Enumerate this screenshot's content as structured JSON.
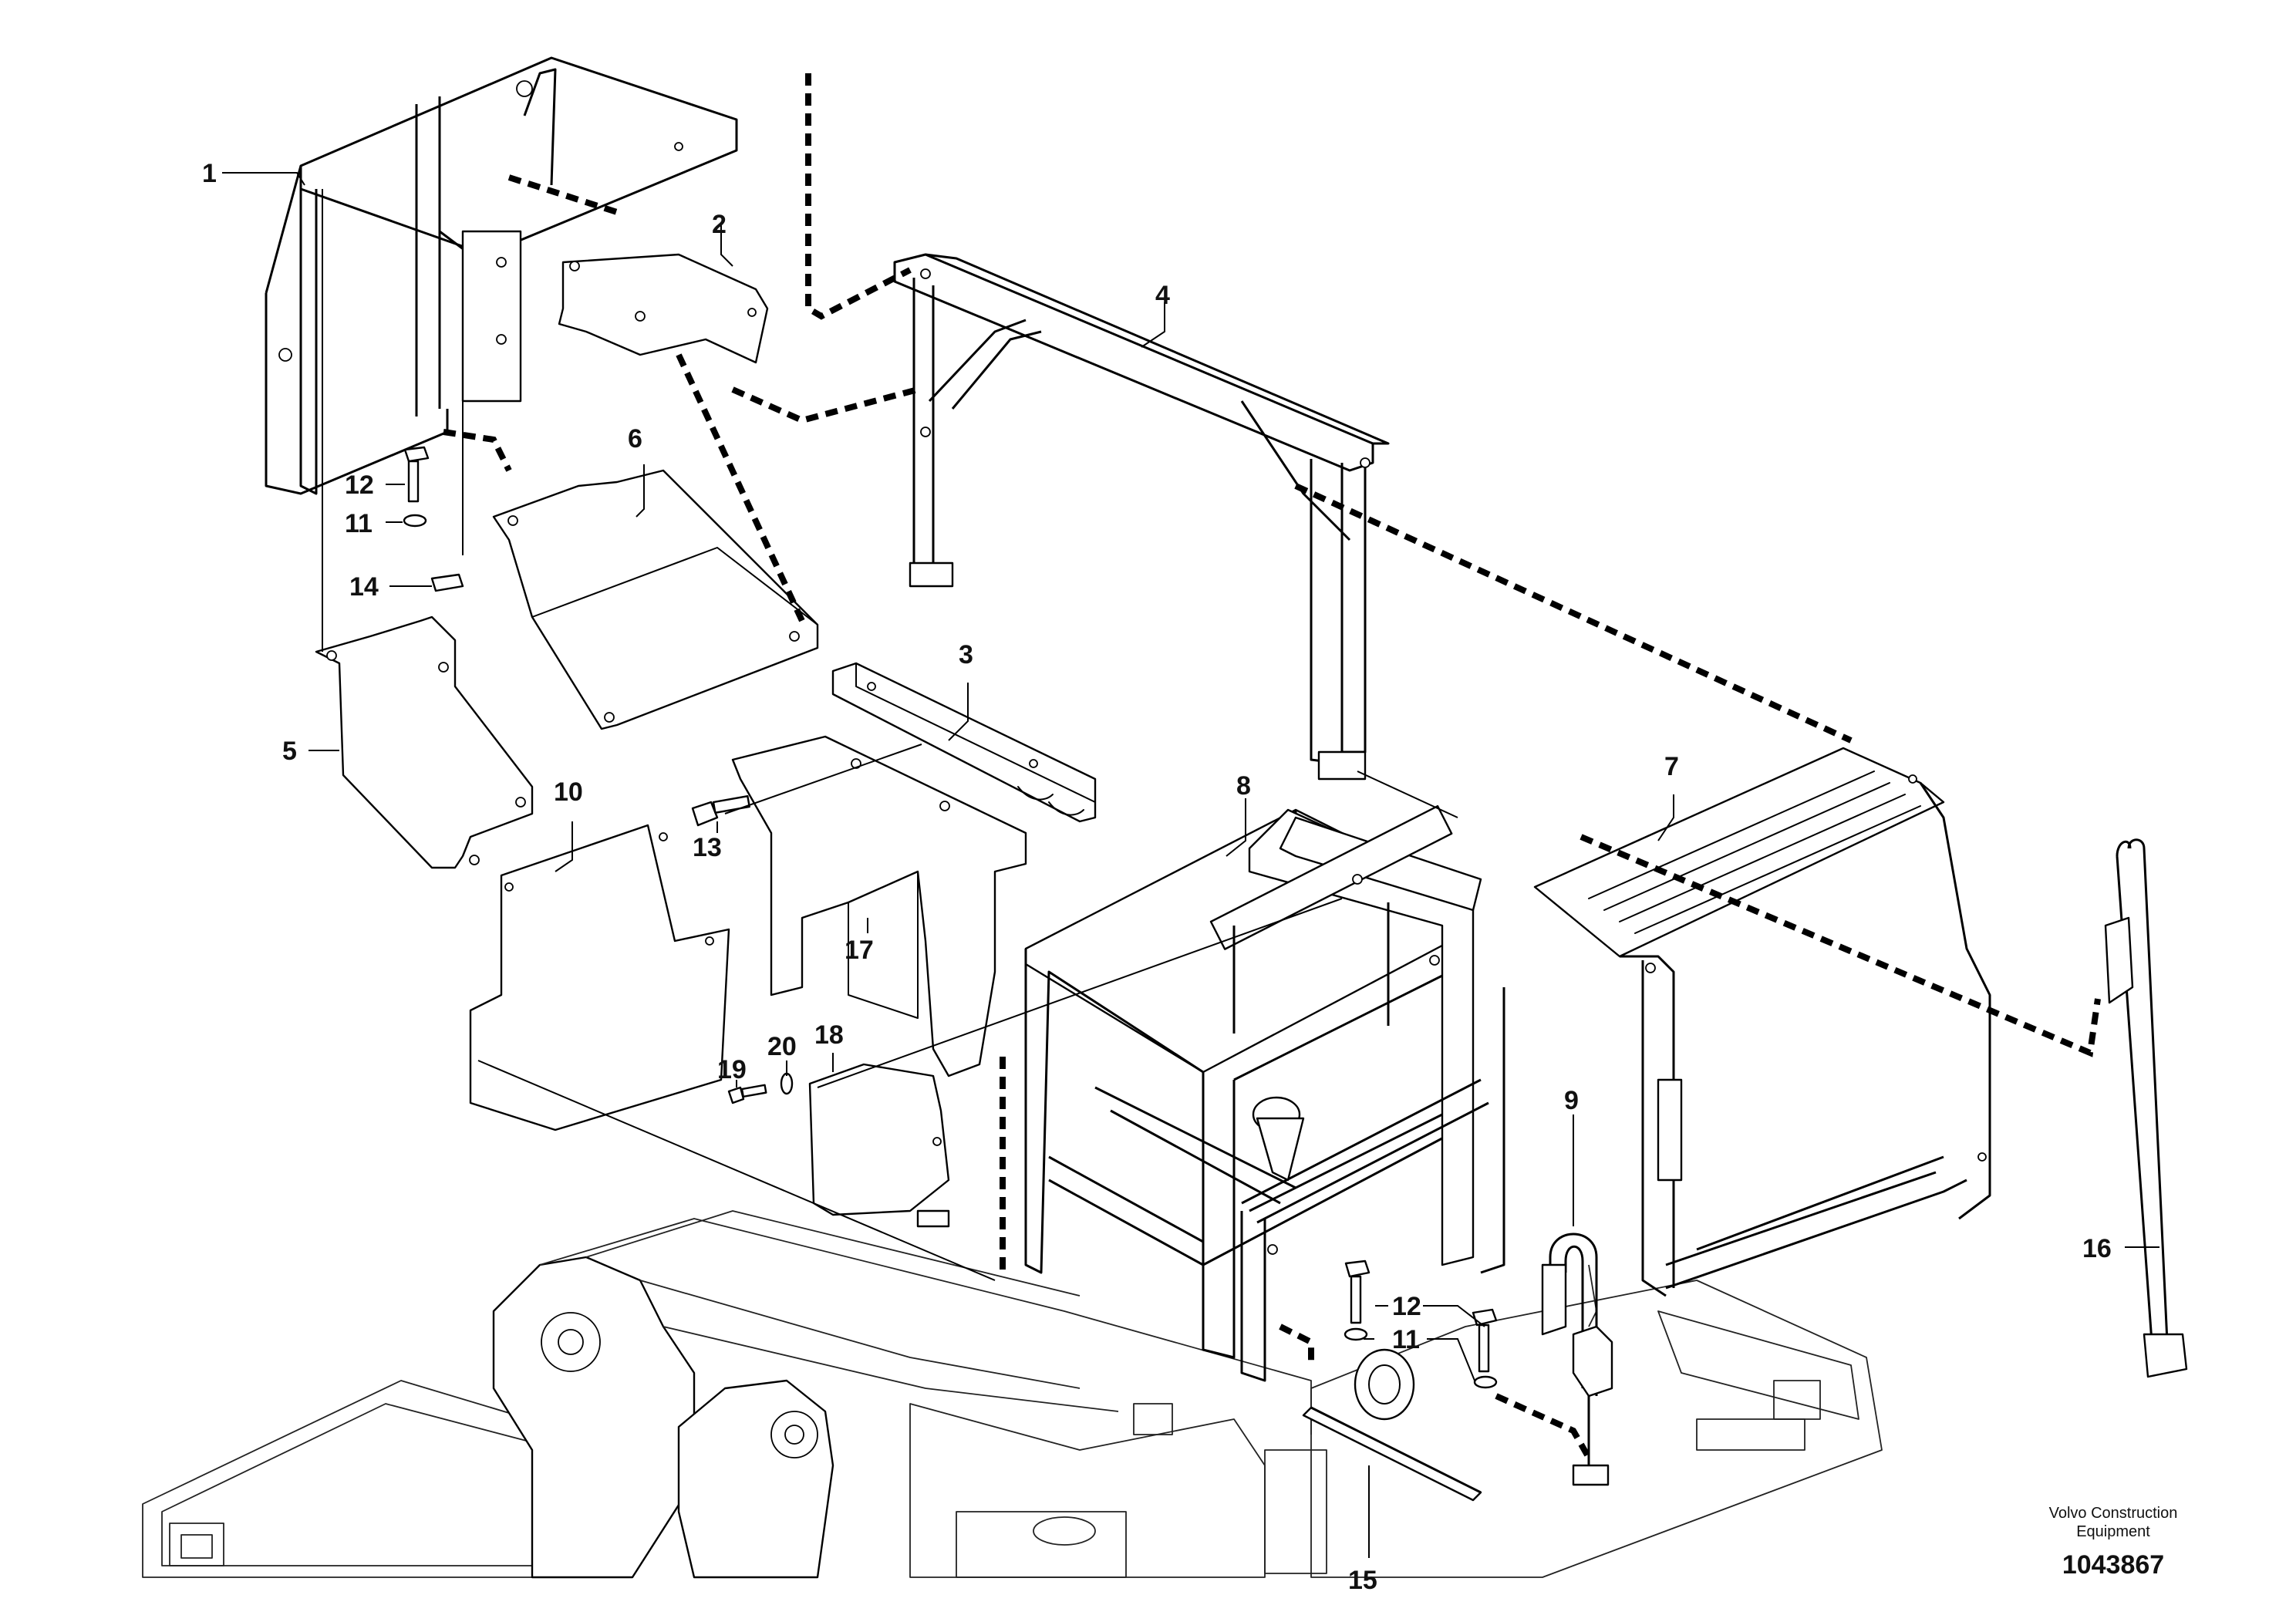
{
  "labels": {
    "p1": "1",
    "p2": "2",
    "p3": "3",
    "p4": "4",
    "p5": "5",
    "p6": "6",
    "p7": "7",
    "p8": "8",
    "p9": "9",
    "p10": "10",
    "p11a": "11",
    "p11b": "11",
    "p12a": "12",
    "p12b": "12",
    "p13": "13",
    "p14": "14",
    "p15": "15",
    "p16": "16",
    "p17": "17",
    "p18": "18",
    "p19": "19",
    "p20": "20"
  },
  "brand": {
    "line1": "Volvo Construction",
    "line2": "Equipment"
  },
  "drawing_number": "1043867"
}
